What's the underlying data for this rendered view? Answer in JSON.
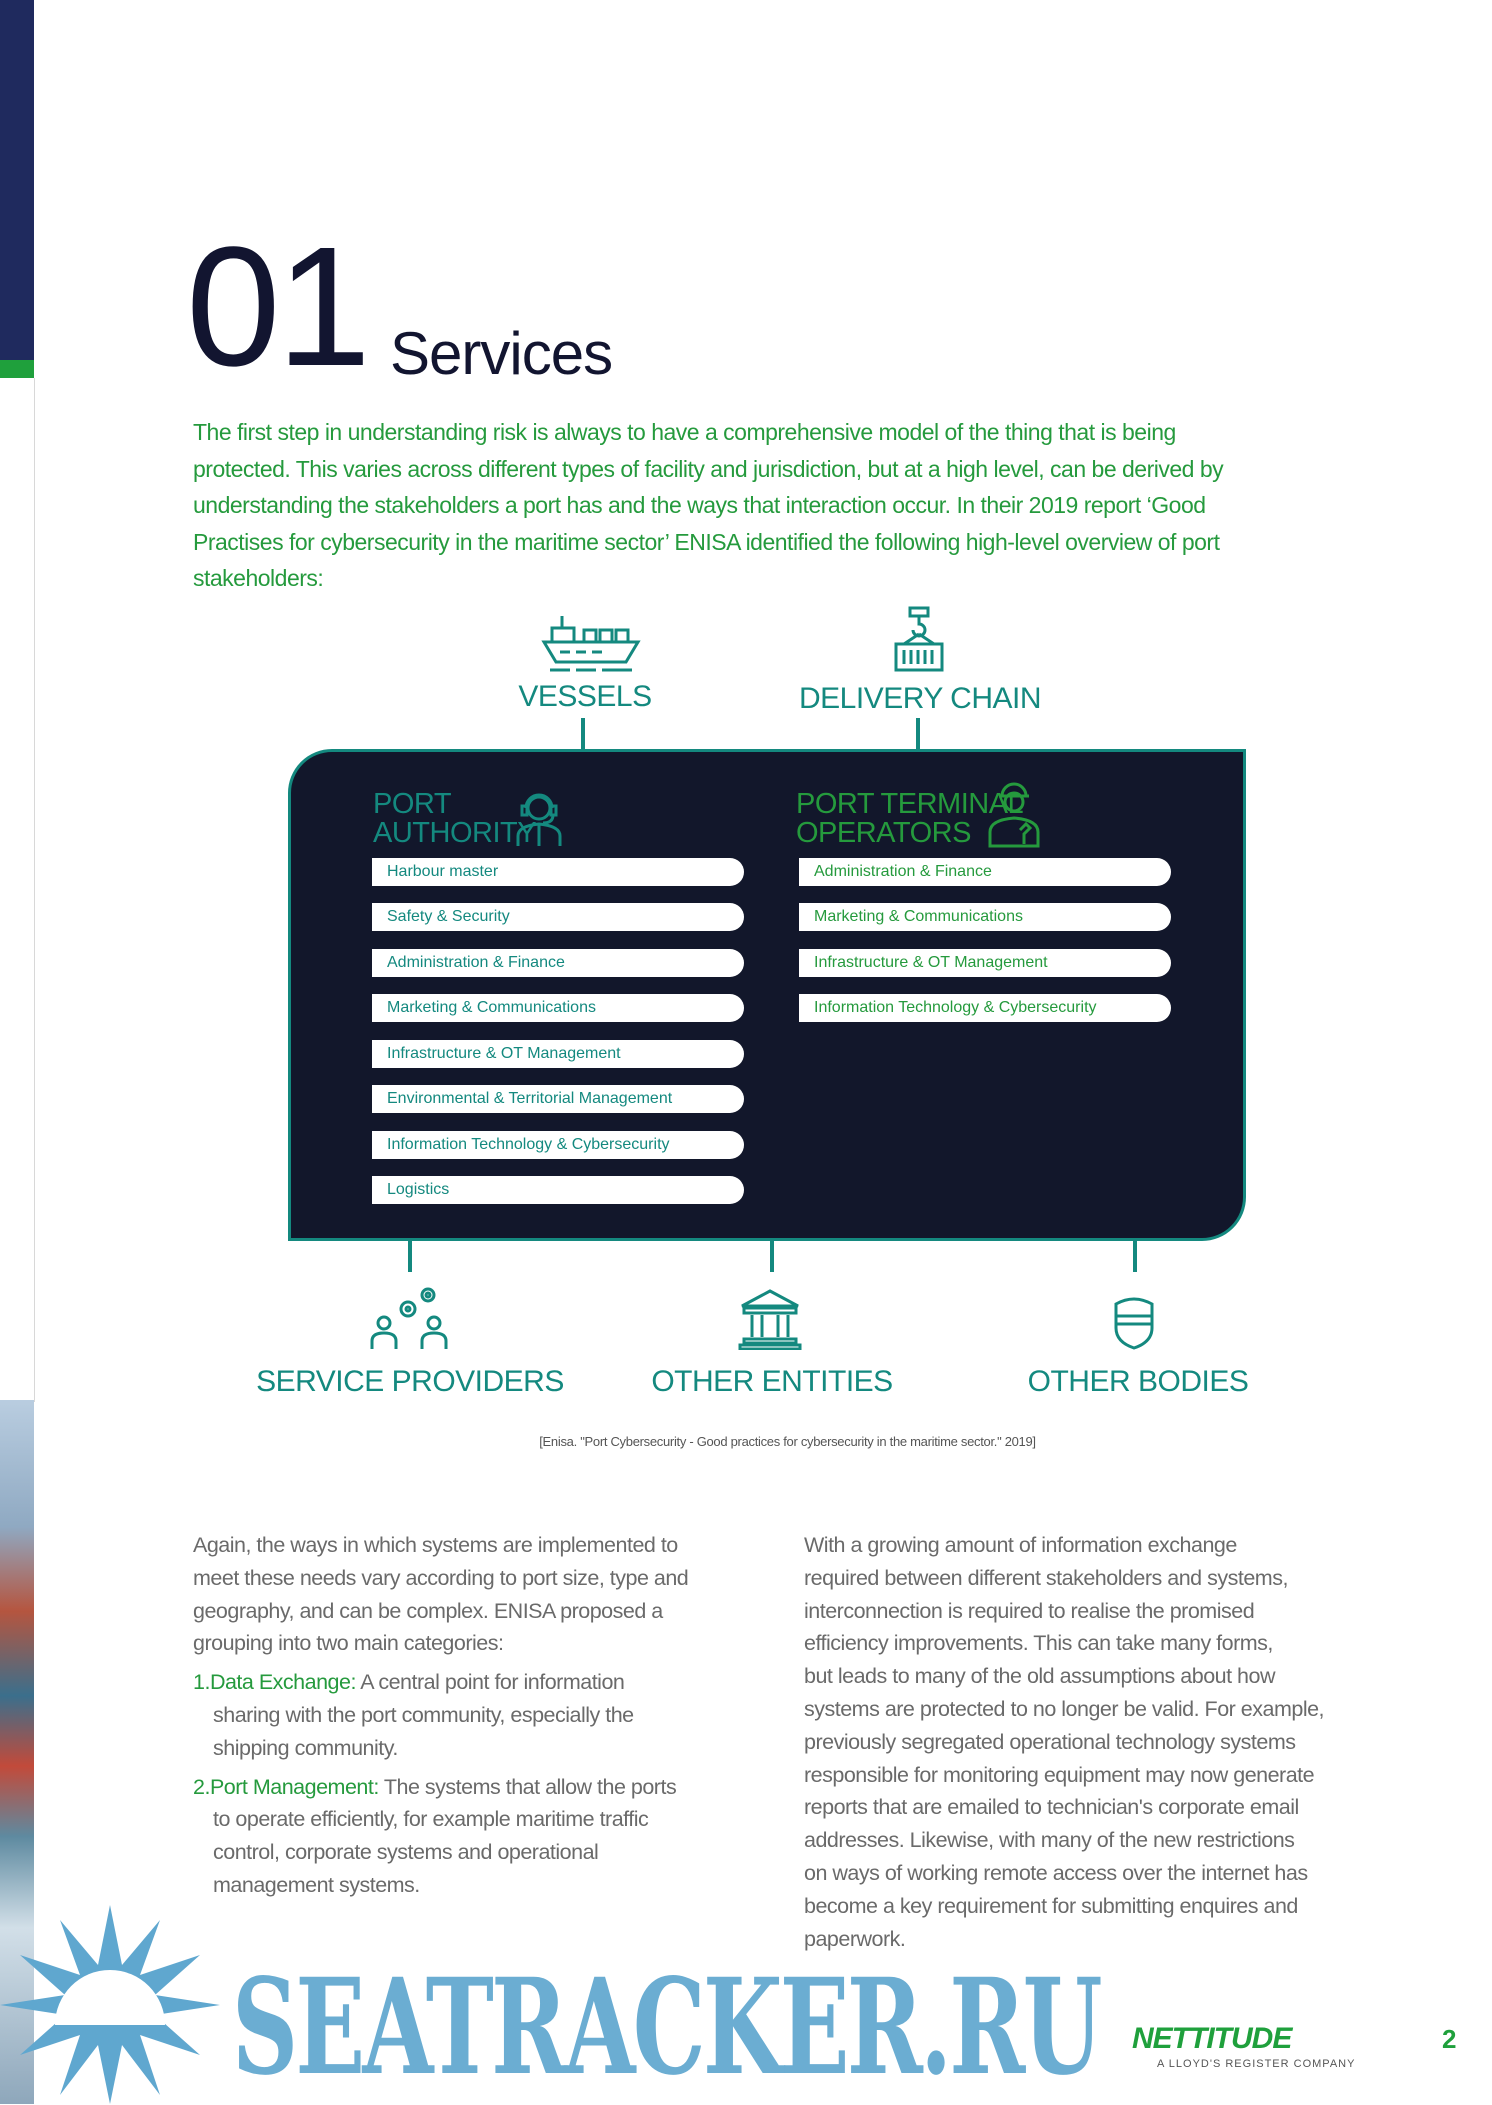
{
  "section": {
    "number": "01",
    "title": "Services"
  },
  "intro_lines": [
    "The first step in understanding risk is always to have a comprehensive model of the thing that is being",
    "protected. This varies across different types of facility and jurisdiction, but at a high level, can be derived by",
    "understanding the stakeholders a port has and the ways that interaction occur. In their 2019 report ‘Good",
    "Practises for cybersecurity in the maritime sector’ ENISA identified the following high-level overview of port",
    "stakeholders:"
  ],
  "diagram": {
    "top": [
      {
        "label": "VESSELS",
        "icon": "ship-icon"
      },
      {
        "label": "DELIVERY CHAIN",
        "icon": "crane-hook-container-icon"
      }
    ],
    "port_authority": {
      "title": [
        "PORT",
        "AUTHORITY"
      ],
      "icon": "headset-operator-icon",
      "items": [
        "Harbour master",
        "Safety & Security",
        "Administration & Finance",
        "Marketing & Communications",
        "Infrastructure & OT Management",
        "Environmental & Territorial Management",
        "Information Technology & Cybersecurity",
        "Logistics"
      ]
    },
    "port_terminal_operators": {
      "title": [
        "PORT TERMINAL",
        "OPERATORS"
      ],
      "icon": "worker-helmet-icon",
      "items": [
        "Administration & Finance",
        "Marketing & Communications",
        "Infrastructure & OT Management",
        "Information Technology & Cybersecurity"
      ]
    },
    "bottom": [
      {
        "label": "SERVICE PROVIDERS",
        "icon": "people-gears-icon"
      },
      {
        "label": "OTHER ENTITIES",
        "icon": "institution-building-icon"
      },
      {
        "label": "OTHER BODIES",
        "icon": "badge-shield-icon"
      }
    ],
    "citation": "[Enisa. \"Port Cybersecurity - Good practices for cybersecurity in the maritime sector.\" 2019]"
  },
  "left_col": {
    "lines": [
      "Again, the ways in which systems are implemented to",
      "meet these needs vary according to port size, type and",
      "geography, and can be complex. ENISA proposed a",
      "grouping into two main categories:"
    ],
    "item1": {
      "num": "1.",
      "term": "Data Exchange:",
      "lines": [
        " A central point for information",
        "sharing with the port community, especially the",
        "shipping community."
      ]
    },
    "item2": {
      "num": "2.",
      "term": "Port Management:",
      "lines": [
        " The systems that allow the ports",
        "to operate efficiently, for example maritime traffic",
        "control, corporate systems and operational",
        "management systems."
      ]
    }
  },
  "right_col": {
    "lines": [
      "With a growing amount of information exchange",
      "required between different stakeholders and systems,",
      "interconnection is required to realise the promised",
      "efficiency improvements. This can take many forms,",
      "but leads to many of the old assumptions about how",
      "systems are protected to no longer be valid. For example,",
      "previously segregated operational technology systems",
      "responsible for monitoring equipment may now generate",
      "reports that are emailed to technician's corporate email",
      "addresses. Likewise, with many of the new restrictions",
      "on ways of working remote access over the internet has",
      "become a key requirement for submitting enquires and",
      "paperwork."
    ]
  },
  "footer": {
    "logo": "NETTITUDE",
    "logo_sub": "A LLOYD'S REGISTER COMPANY",
    "page": "2"
  },
  "watermark": "SEATRACKER.RU",
  "colors": {
    "teal": "#14897f",
    "green": "#259a3d",
    "navy": "#12172b"
  }
}
